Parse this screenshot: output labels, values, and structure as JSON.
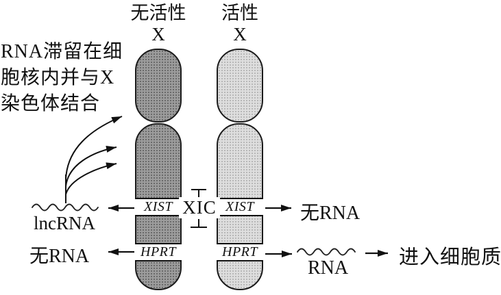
{
  "colors": {
    "background": "#ffffff",
    "outline": "#1a1a1a",
    "inactive_x_fill": "#9c9c9c",
    "active_x_fill": "#dedede",
    "band_fill": "#ffffff"
  },
  "note_left": {
    "line1": "RNA滞留在细",
    "line2": "胞核内并与X",
    "line3": "染色体结合"
  },
  "chromosomes": {
    "inactive": {
      "title": "无活性",
      "subtitle": "X",
      "xist": "XIST",
      "hprt": "HPRT"
    },
    "active": {
      "title": "活性",
      "subtitle": "X",
      "xist": "XIST",
      "hprt": "HPRT"
    }
  },
  "xic": {
    "label": "XIC"
  },
  "left_side": {
    "lncrna": "lncRNA",
    "no_rna": "无RNA"
  },
  "right_side": {
    "no_rna": "无RNA",
    "rna": "RNA",
    "destination": "进入细胞质"
  }
}
